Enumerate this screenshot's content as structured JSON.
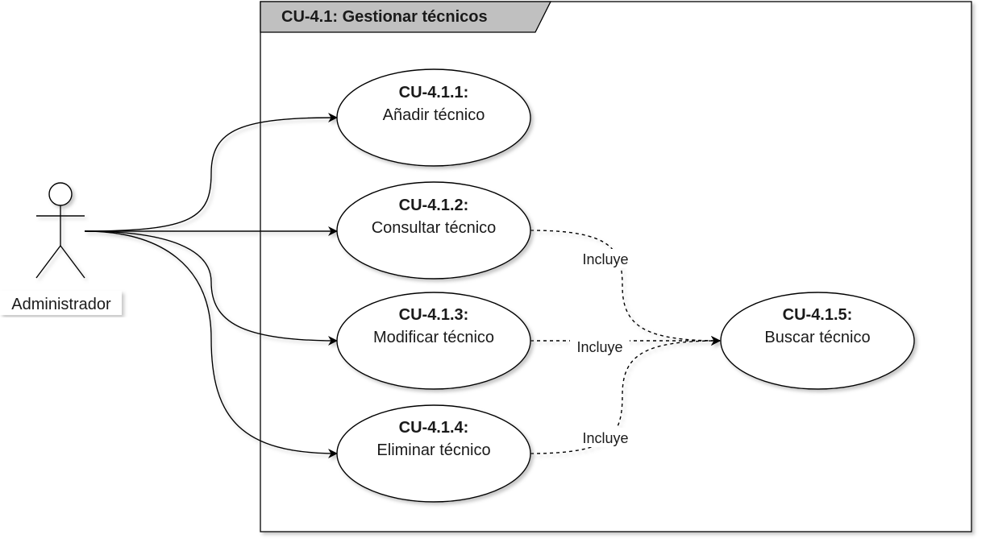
{
  "frame": {
    "title": "CU-4.1: Gestionar técnicos"
  },
  "actor": {
    "name": "Administrador"
  },
  "use_cases": [
    {
      "id": "CU-4.1.1:",
      "name": "Añadir técnico"
    },
    {
      "id": "CU-4.1.2:",
      "name": "Consultar técnico"
    },
    {
      "id": "CU-4.1.3:",
      "name": "Modificar técnico"
    },
    {
      "id": "CU-4.1.4:",
      "name": "Eliminar técnico"
    },
    {
      "id": "CU-4.1.5:",
      "name": "Buscar técnico"
    }
  ],
  "relations": [
    {
      "label": "Incluye"
    },
    {
      "label": "Incluye"
    },
    {
      "label": "Incluye"
    }
  ],
  "colors": {
    "frame_header": "#c0c0c0",
    "stroke": "#000000",
    "shadow": "#b4b4b4"
  }
}
